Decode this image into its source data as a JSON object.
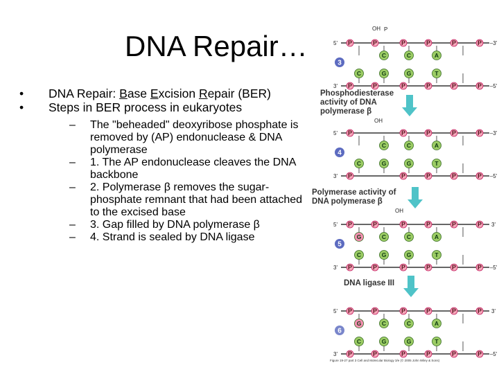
{
  "slide": {
    "title": "DNA Repair…",
    "bullets": [
      {
        "parts": [
          {
            "t": "DNA Repair: "
          },
          {
            "t": "B",
            "u": true
          },
          {
            "t": "ase "
          },
          {
            "t": "E",
            "u": true
          },
          {
            "t": "xcision "
          },
          {
            "t": "R",
            "u": true
          },
          {
            "t": "epair (BER)"
          }
        ]
      },
      {
        "parts": [
          {
            "t": "Steps in BER process in eukaryotes"
          }
        ]
      }
    ],
    "sub_bullets": [
      "The \"beheaded\" deoxyribose phosphate is removed by (AP) endonuclease & DNA polymerase",
      "1. The AP endonuclease cleaves the DNA backbone",
      "2. Polymerase β removes the sugar-phosphate remnant that had been attached to the excised base",
      "3. Gap filled by DNA polymerase β",
      "4. Strand is sealed by DNA ligase"
    ]
  },
  "diagram": {
    "labels": {
      "pd1": "Phosphodiesterase",
      "pd2": "activity of DNA",
      "pd3": "polymerase β",
      "pa1": "Polymerase activity of",
      "pa2": "DNA polymerase β",
      "lig": "DNA ligase III"
    },
    "oh": "OH",
    "p_small": "P",
    "end5": "5'",
    "end3": "3'",
    "end5r": "–5'",
    "end3r": "–3'",
    "p": "P",
    "steps": [
      "3",
      "4",
      "5",
      "6"
    ],
    "stages": [
      {
        "top": [
          "",
          "C",
          "C",
          "A",
          ""
        ],
        "bottom": [
          "C",
          "G",
          "G",
          "T",
          ""
        ]
      },
      {
        "top": [
          "",
          "C",
          "C",
          "A",
          ""
        ],
        "bottom": [
          "C",
          "G",
          "G",
          "T",
          ""
        ]
      },
      {
        "top": [
          "G",
          "C",
          "C",
          "A",
          ""
        ],
        "bottom": [
          "C",
          "G",
          "G",
          "T",
          ""
        ]
      },
      {
        "top": [
          "G",
          "C",
          "C",
          "A",
          ""
        ],
        "bottom": [
          "C",
          "G",
          "G",
          "T",
          ""
        ]
      }
    ],
    "credit": "Figure 19-27 part 3 Cell and Molecular Biology 3/e (© 2005 John Wiley & Sons)",
    "colors": {
      "phosphate": "#f4a7b9",
      "phosphate_stroke": "#c2185b",
      "base": "#9ccc65",
      "base_stroke": "#33691e",
      "new_base": "#f48fb1",
      "step": "#5c6bc0",
      "step_last": "#7986cb",
      "arrow": "#4fc3c8"
    }
  }
}
